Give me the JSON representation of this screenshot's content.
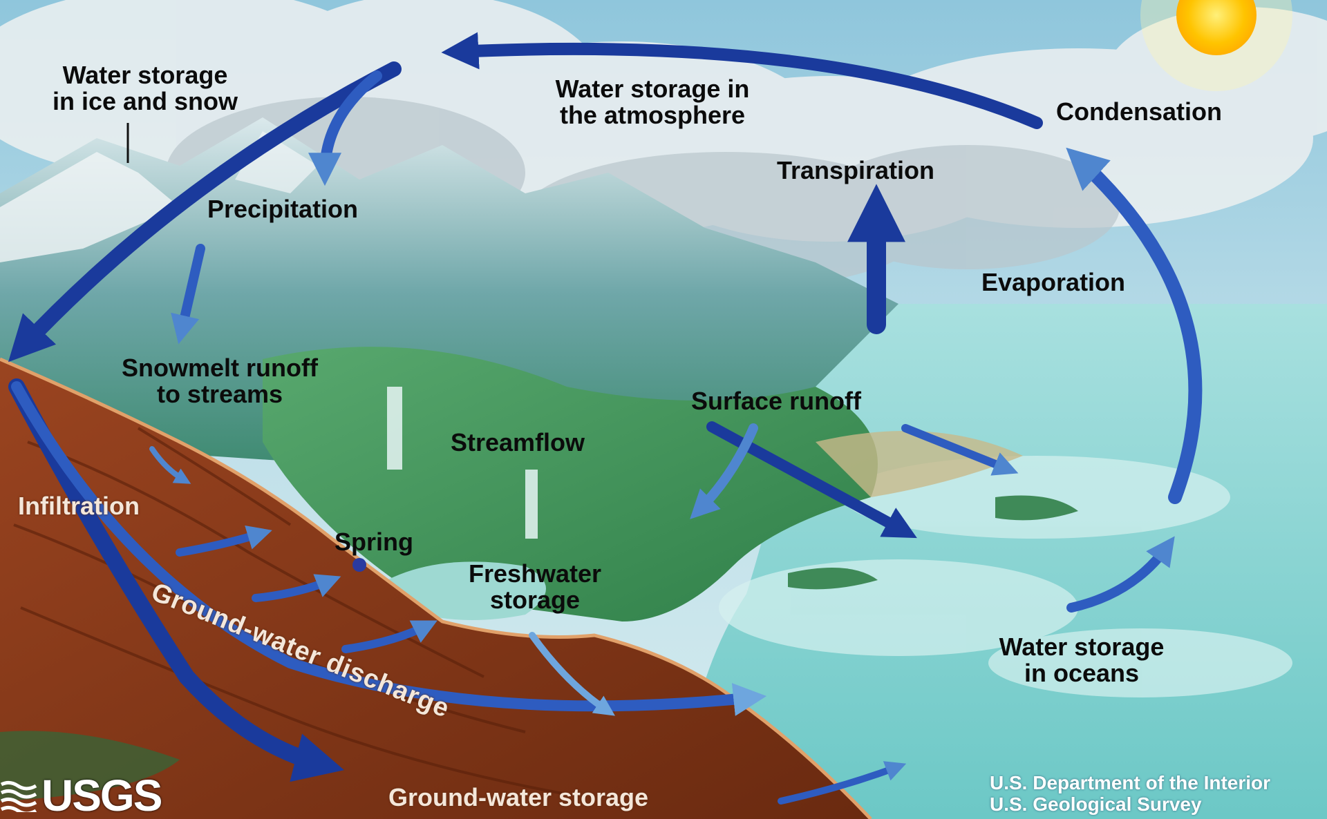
{
  "diagram": {
    "labels": {
      "ice_snow": [
        "Water storage",
        "in ice and snow"
      ],
      "atmosphere": [
        "Water storage in",
        "the atmosphere"
      ],
      "condensation": "Condensation",
      "precipitation": "Precipitation",
      "transpiration": "Transpiration",
      "evaporation": "Evaporation",
      "snowmelt": [
        "Snowmelt runoff",
        "to streams"
      ],
      "surface_runoff": "Surface runoff",
      "streamflow": "Streamflow",
      "infiltration": "Infiltration",
      "spring": "Spring",
      "freshwater": [
        "Freshwater",
        "storage"
      ],
      "gw_discharge": "Ground-water discharge",
      "oceans": [
        "Water storage",
        "in oceans"
      ],
      "gw_storage": "Ground-water storage"
    },
    "logo": "USGS",
    "credit": [
      "U.S. Department of the Interior",
      "U.S. Geological Survey"
    ]
  },
  "colors": {
    "arrow_dark": "#1a3a9c",
    "arrow_light": "#8fc8ea",
    "ocean": "#8fd6d6",
    "soil": "#8a3a1c",
    "vegetation": "#3f9a5a",
    "sky": "#bcdbe8",
    "sun": "#ffc400"
  },
  "icons": [
    "sun-icon",
    "usgs-wave-icon"
  ]
}
